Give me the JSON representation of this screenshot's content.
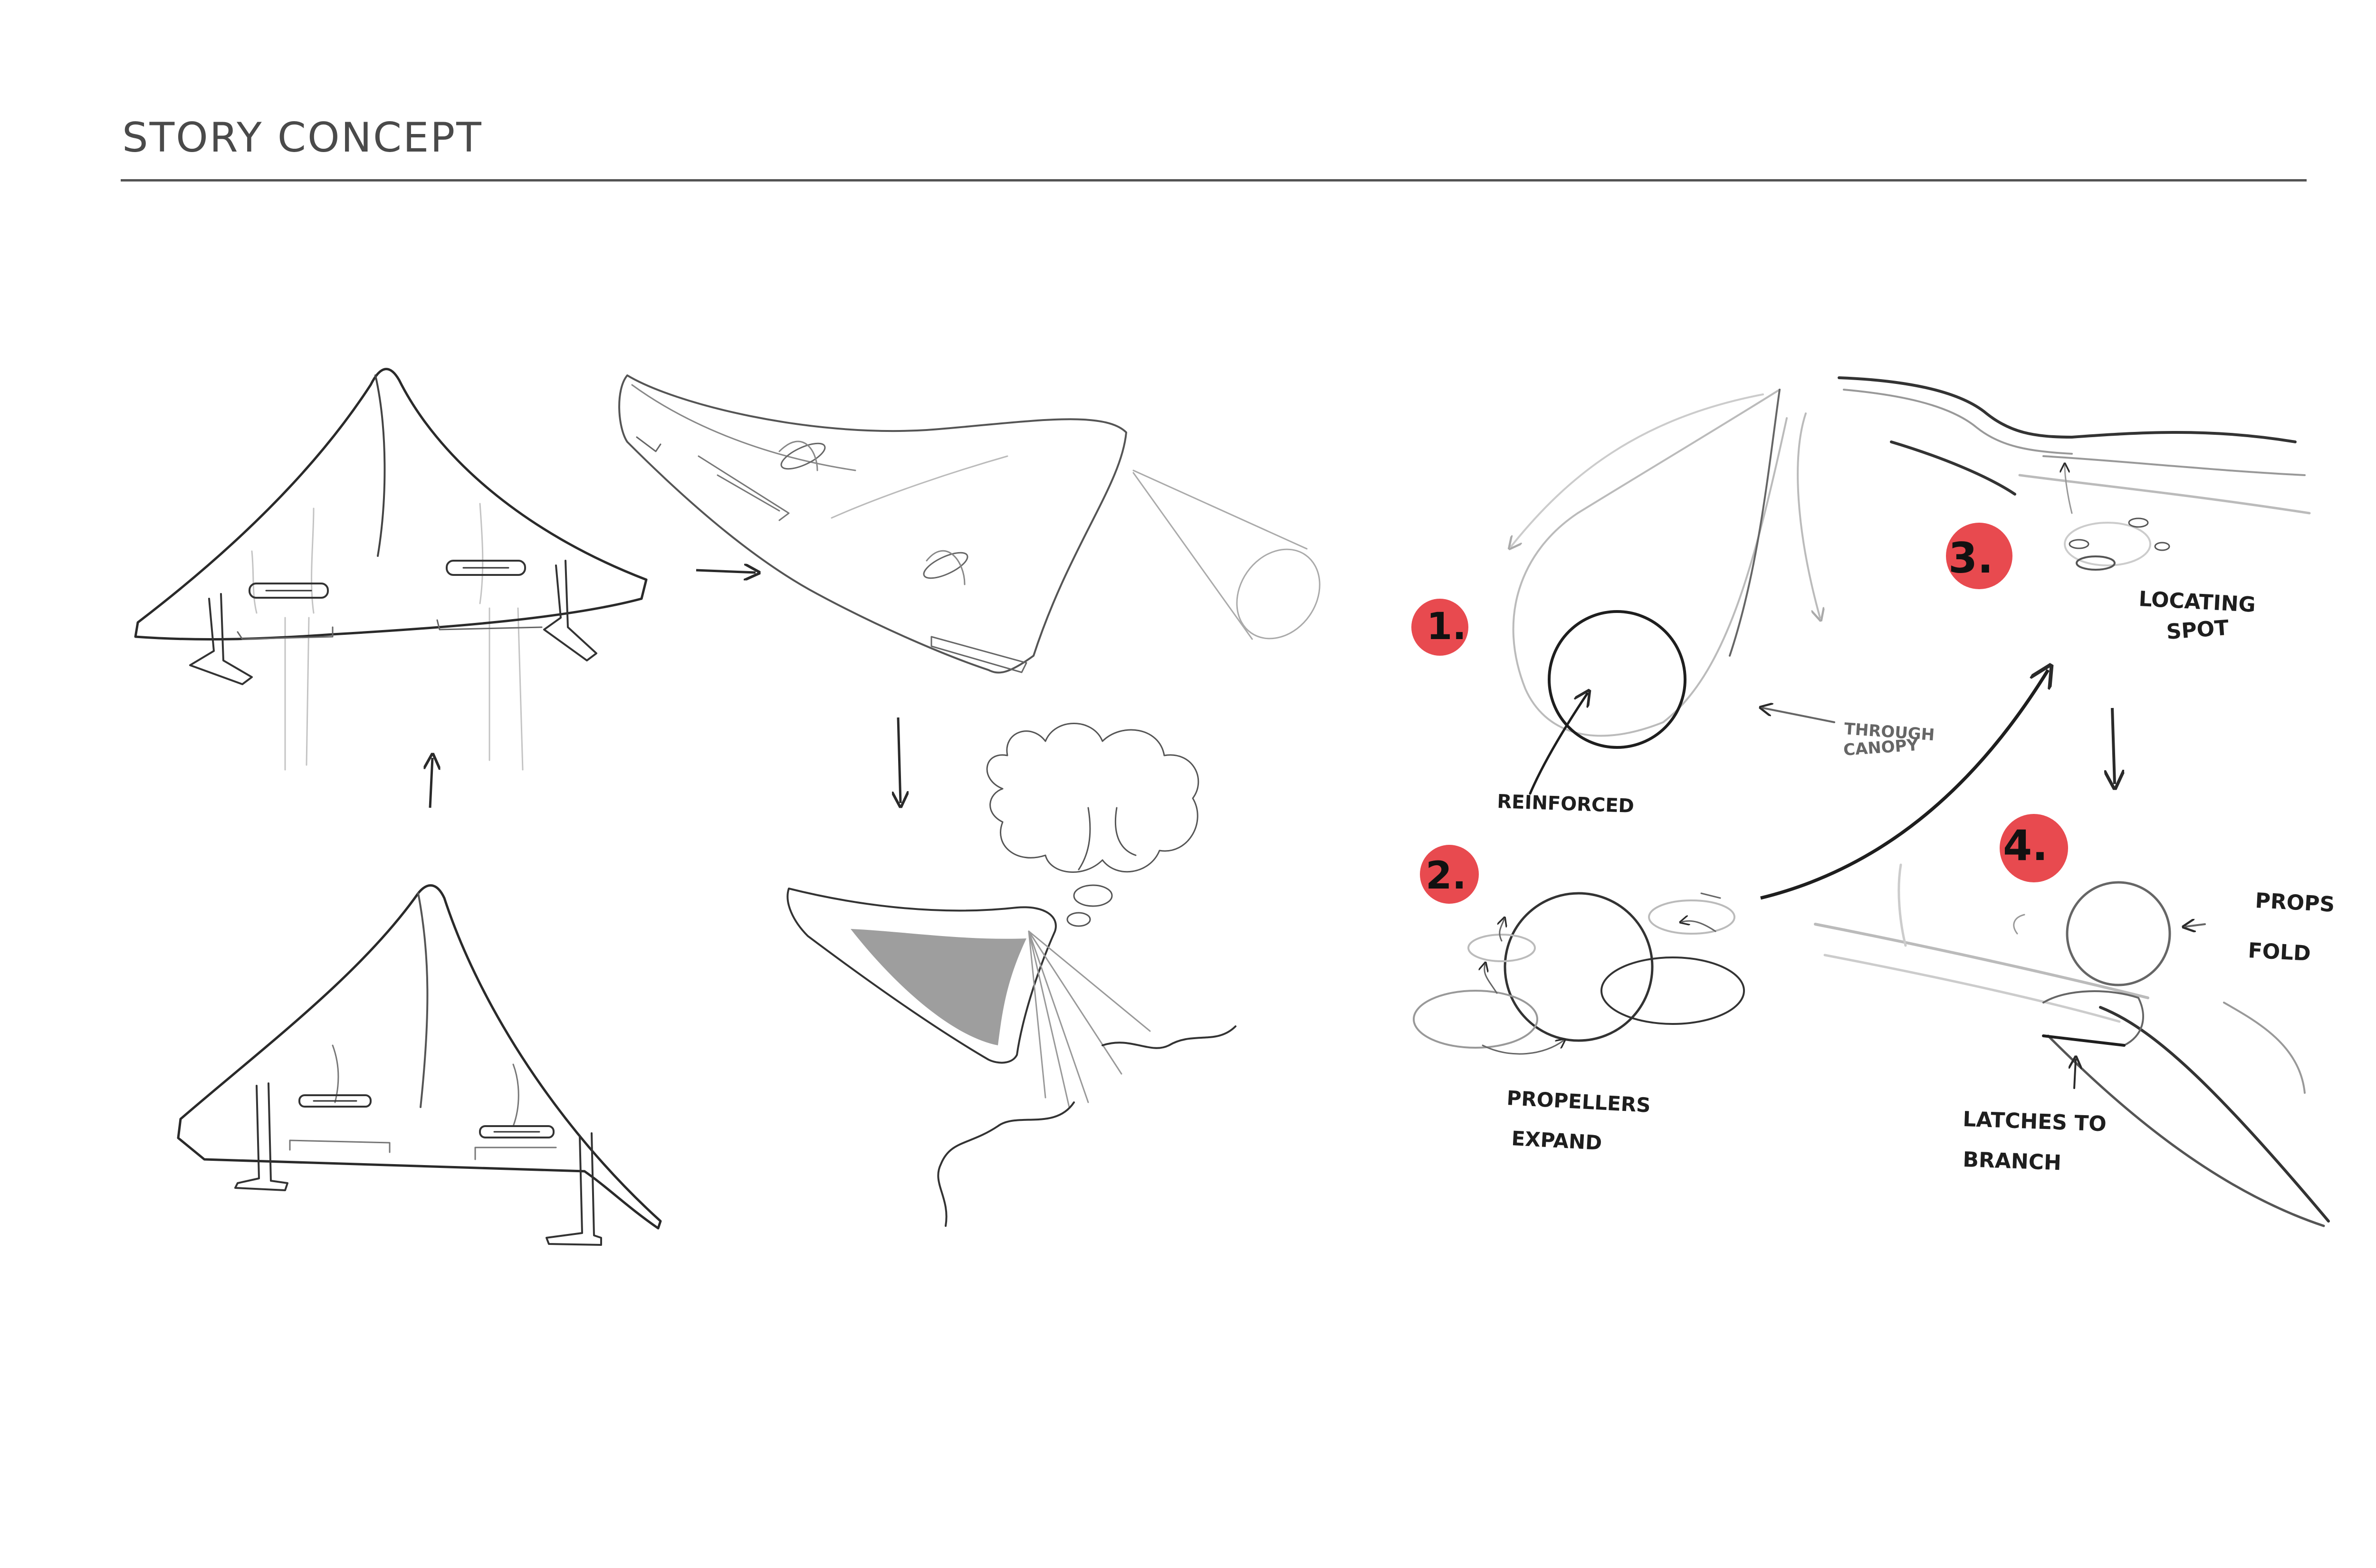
{
  "header": {
    "title": "STORY CONCEPT"
  },
  "steps": [
    {
      "number": "1.",
      "label_lines": [
        "REINFORCED"
      ],
      "side_note_lines": [
        "THROUGH",
        "CANOPY"
      ]
    },
    {
      "number": "2.",
      "label_lines": [
        "PROPELLERS",
        "EXPAND"
      ]
    },
    {
      "number": "3.",
      "label_lines": [
        "LOCATING",
        "SPOT"
      ]
    },
    {
      "number": "4.",
      "label_lines": [
        "LATCHES TO",
        "BRANCH"
      ],
      "side_note_lines": [
        "PROPS",
        "FOLD"
      ]
    }
  ],
  "colors": {
    "marker_red": "#e84a4f",
    "ink": "#1e1e1e",
    "pencil": "#9a9a9a",
    "shadow_fill": "#9e9e9e",
    "rule": "#555555"
  }
}
